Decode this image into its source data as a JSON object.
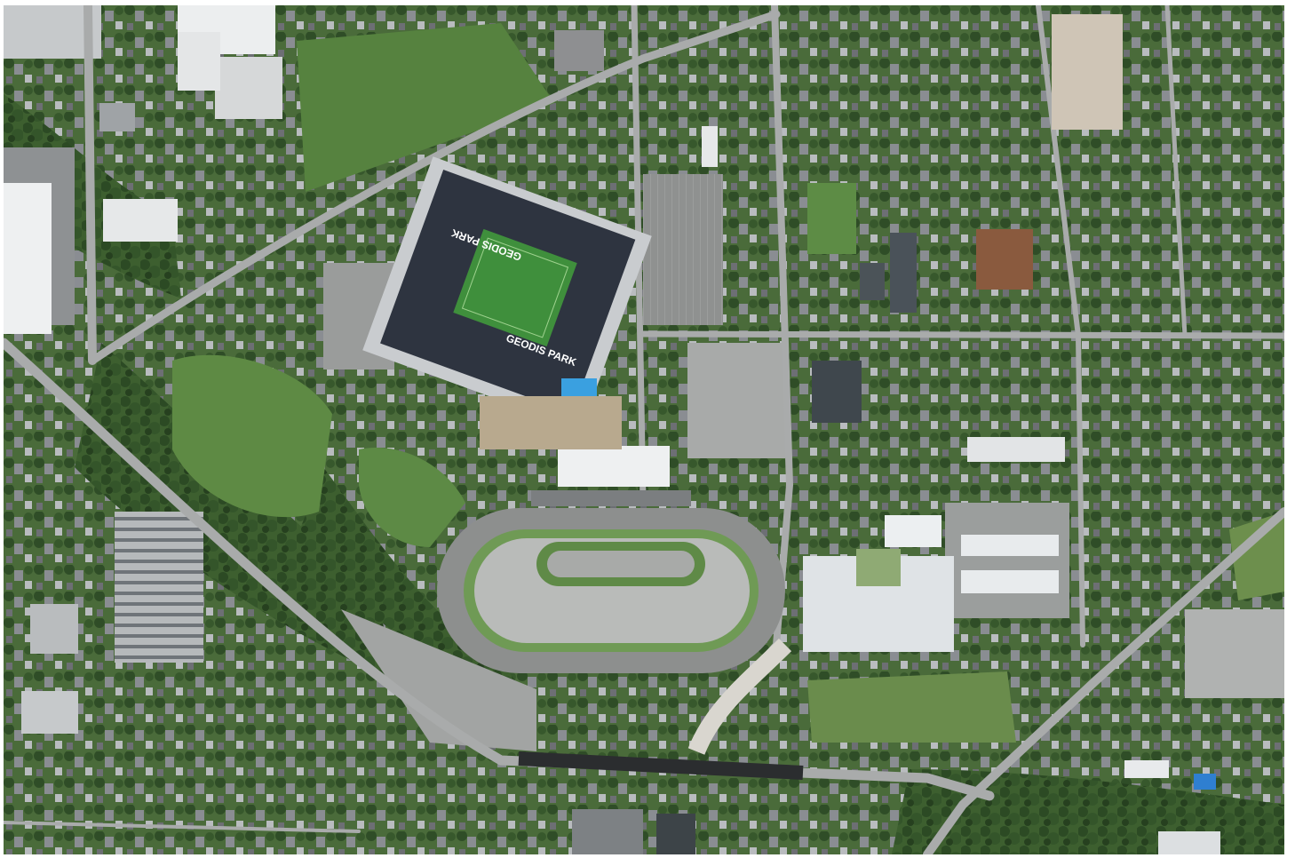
{
  "photo": {
    "kind": "aerial photograph",
    "stadium_roof_text": [
      "GEODIS PARK",
      "GEODIS PARK"
    ]
  },
  "colors": {
    "grass": "#4f7a3a",
    "tree_canopy": "#2f4f27",
    "pavement": "#8c8f8e",
    "stadium_roof": "#2e3440",
    "pitch": "#3f8f3c",
    "roof_white": "#e9ecee",
    "blue_tarp": "#3aa0e0"
  }
}
